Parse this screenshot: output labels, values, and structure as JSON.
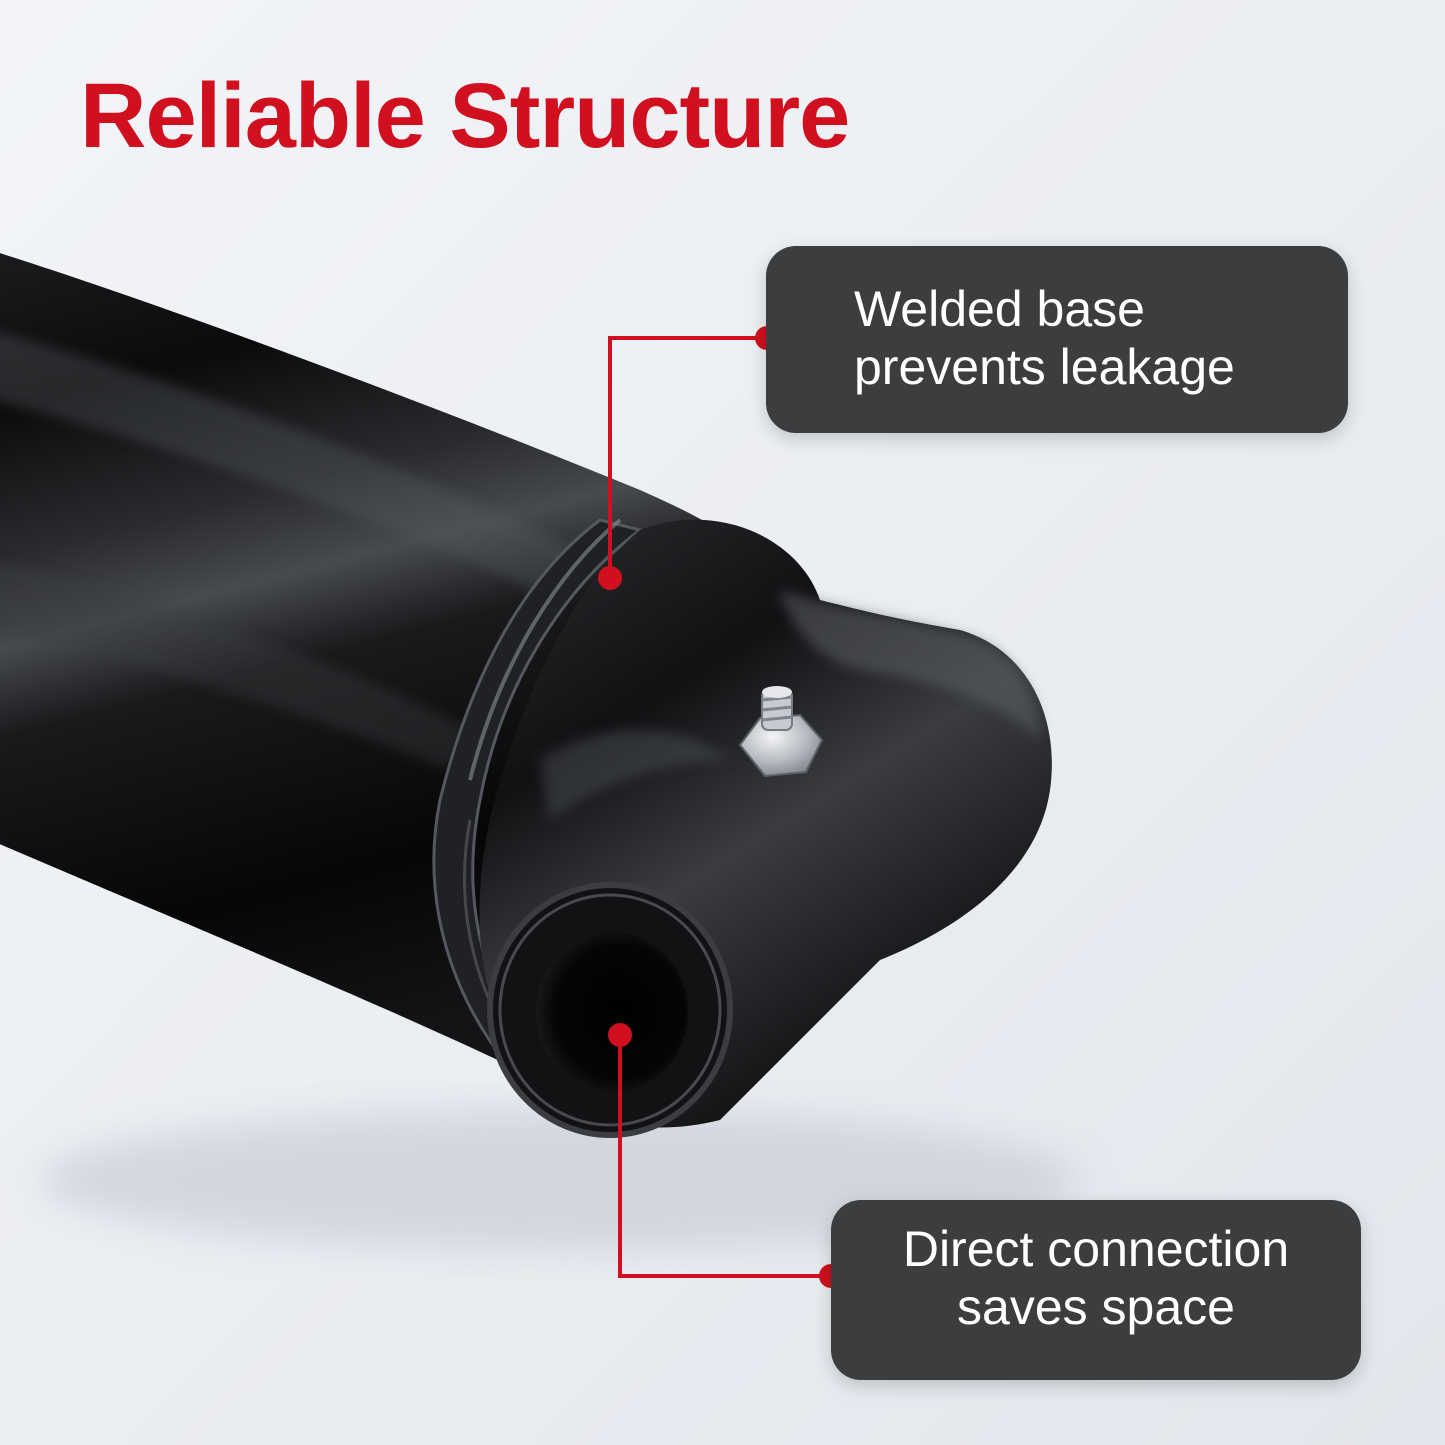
{
  "title": "Reliable Structure",
  "callouts": [
    {
      "line1": "Welded base",
      "line2": "prevents leakage"
    },
    {
      "line1": "Direct connection",
      "line2": "saves space"
    }
  ],
  "colors": {
    "accent": "#d0101e",
    "callout_bg": "#3c3d3f",
    "callout_text": "#ffffff",
    "background": "#eef0f4"
  }
}
